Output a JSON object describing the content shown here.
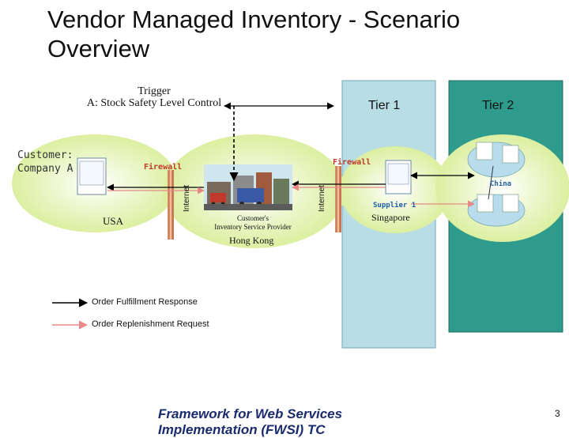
{
  "title": {
    "line1": "Vendor Managed Inventory - Scenario",
    "line2": "Overview"
  },
  "trigger": {
    "heading": "Trigger",
    "detail": "A: Stock Safety Level Control"
  },
  "tiers": {
    "tier1": "Tier 1",
    "tier2": "Tier 2"
  },
  "customer": {
    "line1": "Customer:",
    "line2": "Company A",
    "location": "USA"
  },
  "firewall_labels": {
    "left": "Firewall",
    "right": "Firewall"
  },
  "internet_labels": {
    "left": "Internet",
    "right": "Internet"
  },
  "provider": {
    "line1": "Customer's",
    "line2": "Inventory Service Provider",
    "location": "Hong Kong"
  },
  "supplier": {
    "name": "Supplier 1",
    "location": "Singapore"
  },
  "region": {
    "china": "China"
  },
  "legend": {
    "response": "Order Fulfillment Response",
    "request": "Order Replenishment Request"
  },
  "footer": "Framework for Web Services Implementation (FWSI) TC",
  "page_number": "3",
  "colors": {
    "tier_panel": "#b8dde4",
    "tier2_panel": "#2e9b8c",
    "globe_fill": "#e4f0a8",
    "node_fill": "#b8dceb",
    "response_arrow": "#000000",
    "request_arrow": "#e88888",
    "firewall_text": "#c0392b",
    "footer_text": "#1a2b6e"
  }
}
